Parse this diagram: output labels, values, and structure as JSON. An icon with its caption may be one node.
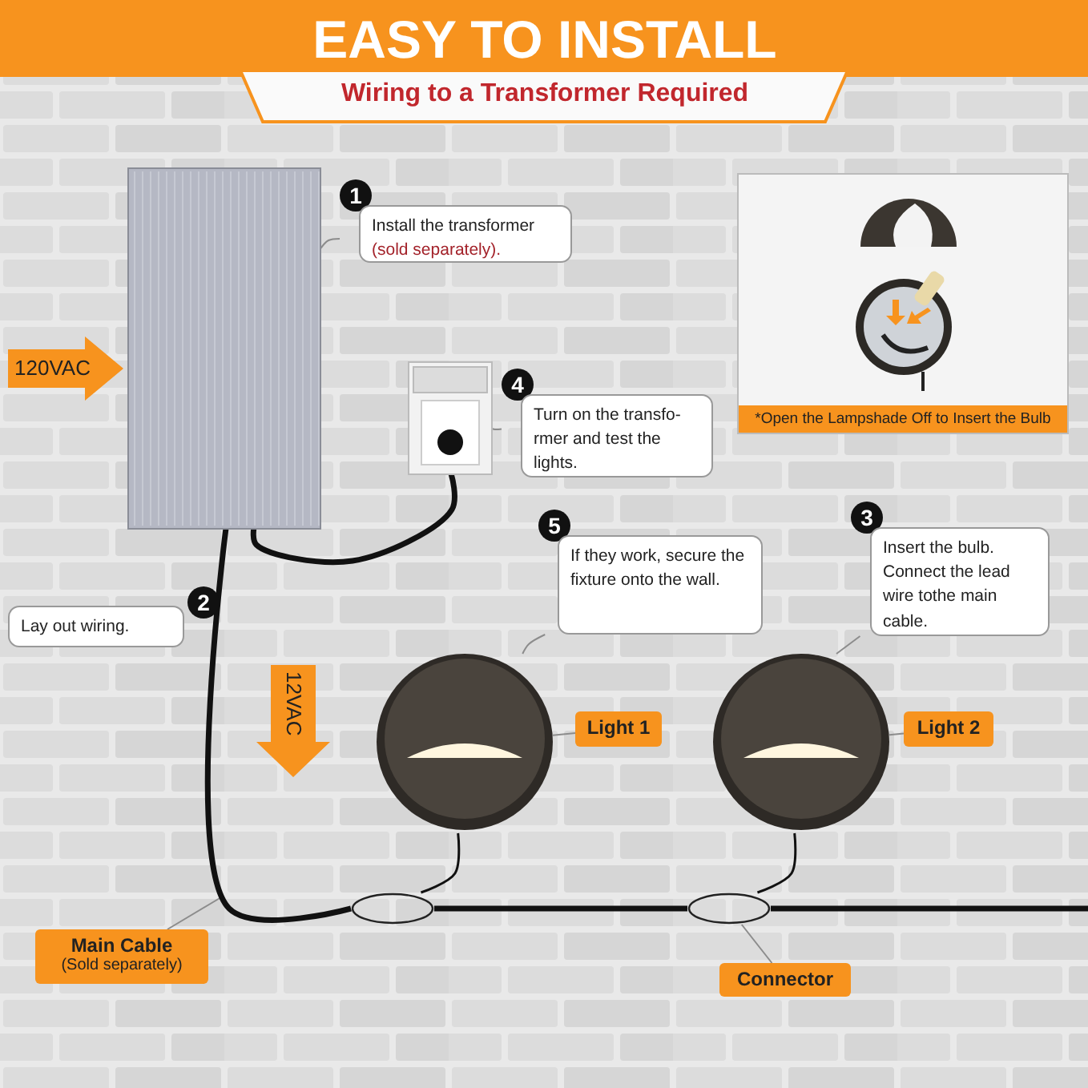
{
  "diagram": {
    "title": "EASY TO INSTALL",
    "nodes": [
      {
        "text": [],
        "shape": "picture"
      },
      {
        "text": [
          "1",
          "Install the transformer",
          "(sold separately)."
        ]
      },
      {
        "text": [
          "*Open the Lampshade Off to Insert the Bulb"
        ]
      },
      {
        "text": [],
        "shape": "picture"
      },
      {
        "text": [
          "4",
          "Turn on the transfo-rmer and test the lights."
        ]
      },
      {
        "text": [
          "2",
          "Lay out wiring."
        ]
      },
      {
        "text": [
          "5",
          "If they work, secure the fixture onto the wall."
        ]
      },
      {
        "text": [
          "3",
          "Insert the bulb. Connect the lead wire tothe main cable."
        ]
      },
      {
        "text": [],
        "shape": "picture"
      },
      {
        "text": [
          "Light 1"
        ]
      },
      {
        "text": [],
        "shape": "picture"
      },
      {
        "text": [
          "Light 2"
        ]
      },
      {
        "text": [],
        "shape": "circle"
      },
      {
        "text": [],
        "shape": "circle"
      },
      {
        "text": [
          "Main Cable",
          "(Sold separately)"
        ]
      },
      {
        "text": [
          "Connector"
        ]
      }
    ],
    "edges": [
      {
        "from": 1,
        "to": 0,
        "arrow": "none"
      },
      {
        "from": 4,
        "to": 3,
        "arrow": "none"
      },
      {
        "from": 6,
        "to": 8,
        "arrow": "none"
      },
      {
        "from": 7,
        "to": 10,
        "arrow": "none"
      },
      {
        "from": 9,
        "to": 8,
        "arrow": "none"
      },
      {
        "from": 11,
        "to": 10,
        "arrow": "none"
      },
      {
        "from": 14,
        "to": null,
        "arrow": "none"
      },
      {
        "from": 15,
        "to": 13,
        "arrow": "none"
      },
      {
        "from": 3,
        "to": 0,
        "arrow": "none",
        "style": "thick",
        "color": "#111111"
      },
      {
        "from": 0,
        "to": 12,
        "arrow": "none",
        "style": "thick",
        "color": "#111111"
      },
      {
        "from": 12,
        "to": 13,
        "arrow": "none",
        "style": "thick",
        "color": "#111111"
      },
      {
        "from": 13,
        "to": null,
        "arrow": "none",
        "style": "thick",
        "color": "#111111"
      },
      {
        "from": 8,
        "to": 12,
        "arrow": "none",
        "color": "#111111"
      },
      {
        "from": 10,
        "to": 13,
        "arrow": "none",
        "color": "#111111"
      }
    ],
    "labels": [
      "Wiring to a Transformer Required",
      "120VAC",
      "12VAC"
    ]
  }
}
